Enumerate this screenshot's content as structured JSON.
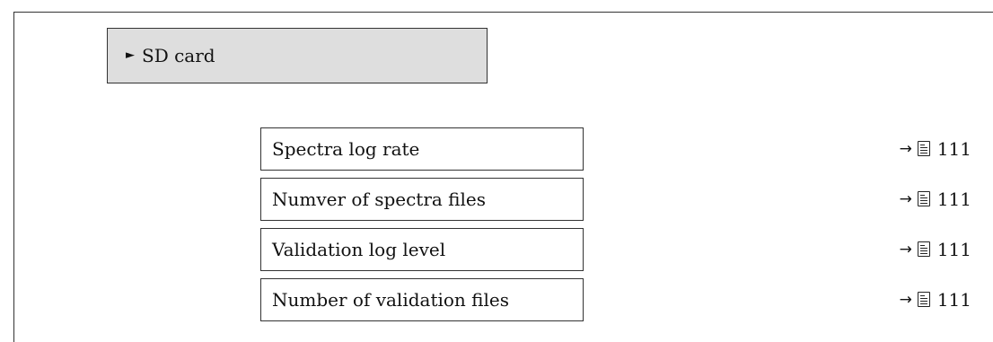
{
  "menu": {
    "marker": "►",
    "title": "SD card"
  },
  "parameters": [
    {
      "label": "Spectra log rate",
      "arrow": "→",
      "page": "111",
      "icon": "page-reference-icon"
    },
    {
      "label": "Numver of spectra files",
      "arrow": "→",
      "page": "111",
      "icon": "page-reference-icon"
    },
    {
      "label": "Validation log level",
      "arrow": "→",
      "page": "111",
      "icon": "page-reference-icon"
    },
    {
      "label": "Number of validation files",
      "arrow": "→",
      "page": "111",
      "icon": "page-reference-icon"
    }
  ]
}
